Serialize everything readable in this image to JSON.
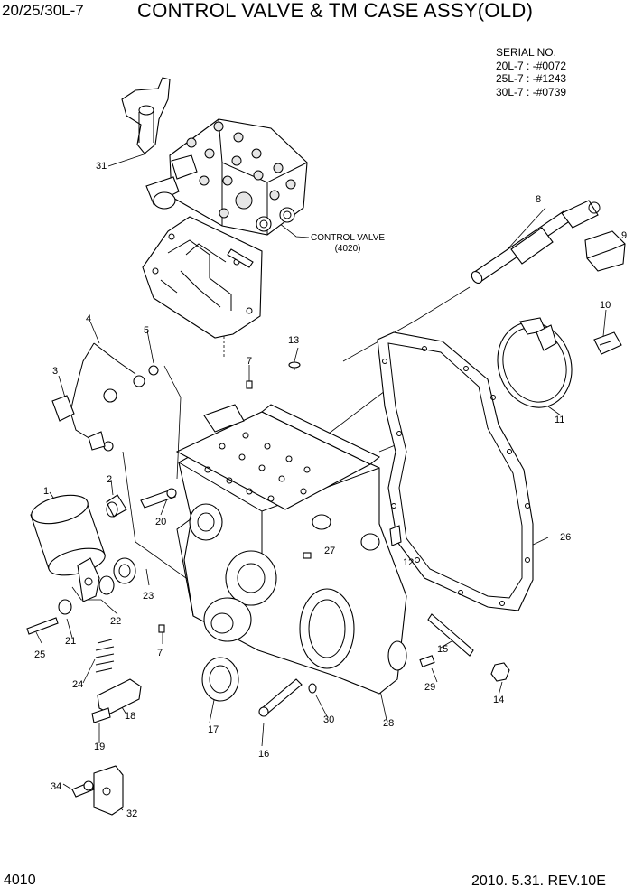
{
  "header": {
    "model": "20/25/30L-7",
    "title": "CONTROL VALVE & TM CASE ASSY(OLD)"
  },
  "serial": {
    "heading": "SERIAL NO.",
    "lines": [
      "20L-7 : -#0072",
      "25L-7 : -#1243",
      "30L-7 : -#0739"
    ]
  },
  "control_valve_label": {
    "name": "CONTROL  VALVE",
    "ref": "(4020)"
  },
  "callouts": [
    "1",
    "2",
    "3",
    "4",
    "5",
    "7",
    "7",
    "8",
    "9",
    "10",
    "11",
    "12",
    "13",
    "14",
    "15",
    "16",
    "17",
    "18",
    "19",
    "20",
    "21",
    "22",
    "23",
    "24",
    "25",
    "26",
    "27",
    "28",
    "29",
    "30",
    "31",
    "32",
    "34"
  ],
  "footer": {
    "page": "4010",
    "revision": "2010. 5.31.  REV.10E"
  }
}
